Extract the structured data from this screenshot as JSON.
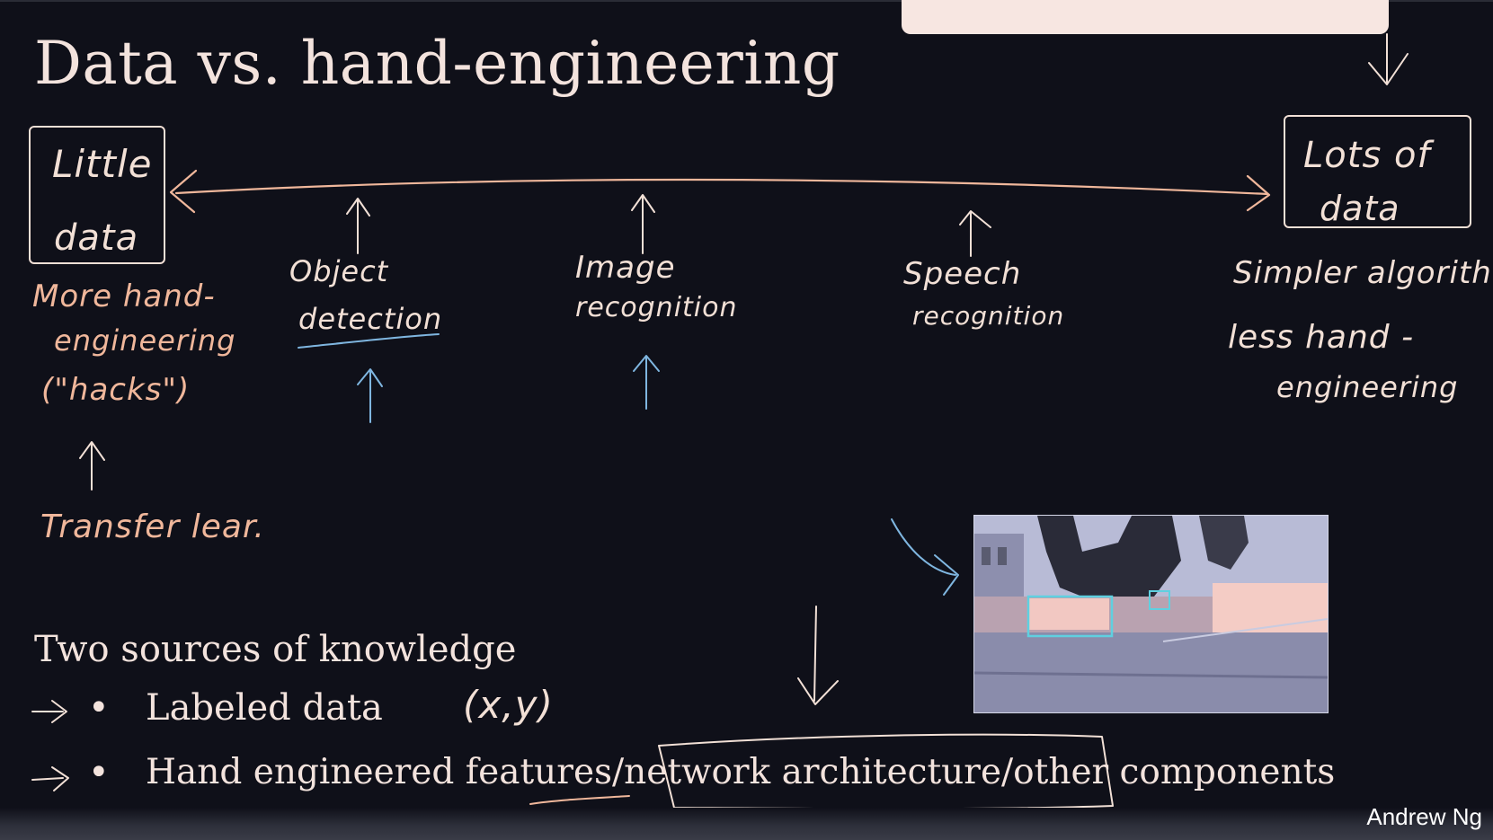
{
  "slide": {
    "title": "Data vs. hand-engineering",
    "spectrum": {
      "left_label_line1": "Little",
      "left_label_line2": "data",
      "right_label_line1": "Lots of",
      "right_label_line2": "data"
    },
    "points": [
      {
        "line1": "Object",
        "line2": "detection"
      },
      {
        "line1": "Image",
        "line2": "recognition"
      },
      {
        "line1": "Speech",
        "line2": "recognition"
      }
    ],
    "left_note": {
      "line1": "More hand-",
      "line2": "engineering",
      "line3": "(\"hacks\")"
    },
    "transfer_note": "Transfer lear.",
    "right_note": {
      "line1": "Simpler algorithms",
      "line2": "less hand -",
      "line3": "engineering"
    },
    "sources_heading": "Two sources of knowledge",
    "bullets": [
      {
        "text": "Labeled data",
        "annotation": "(x,y)"
      },
      {
        "text_a": "Hand engineered features",
        "text_b": "/network architecture",
        "text_c": "/other components"
      }
    ],
    "credit": "Andrew Ng"
  },
  "colors": {
    "background": "#0f1019",
    "chalk_cream": "#f2e0d6",
    "chalk_orange": "#f0b79b",
    "chalk_blue": "#7fb6e0",
    "detection_box": "#5fd0e0"
  }
}
